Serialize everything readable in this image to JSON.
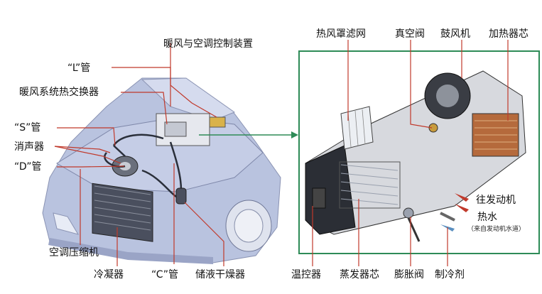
{
  "labels": {
    "control_device": "暖风与空调控制装置",
    "l_pipe": "“L”管",
    "heater_exchanger": "暖风系统热交换器",
    "s_pipe": "“S”管",
    "muffler": "消声器",
    "d_pipe": "“D”管",
    "compressor": "空调压缩机",
    "condenser": "冷凝器",
    "c_pipe": "“C”管",
    "receiver_drier": "储液干燥器",
    "hot_air_filter": "热风罩滤网",
    "vacuum_valve": "真空阀",
    "blower": "鼓风机",
    "heater_core": "加热器芯",
    "to_engine": "往发动机",
    "hot_water": "热水",
    "hot_water_source": "（来自发动机水道）",
    "thermostat": "温控器",
    "evaporator": "蒸发器芯",
    "expansion_valve": "膨胀阀",
    "refrigerant": "制冷剂"
  },
  "colors": {
    "leader_line": "#c0392b",
    "panel_border": "#2e8b57",
    "arrow": "#2e8b57",
    "car_body": "#b9c3df"
  }
}
